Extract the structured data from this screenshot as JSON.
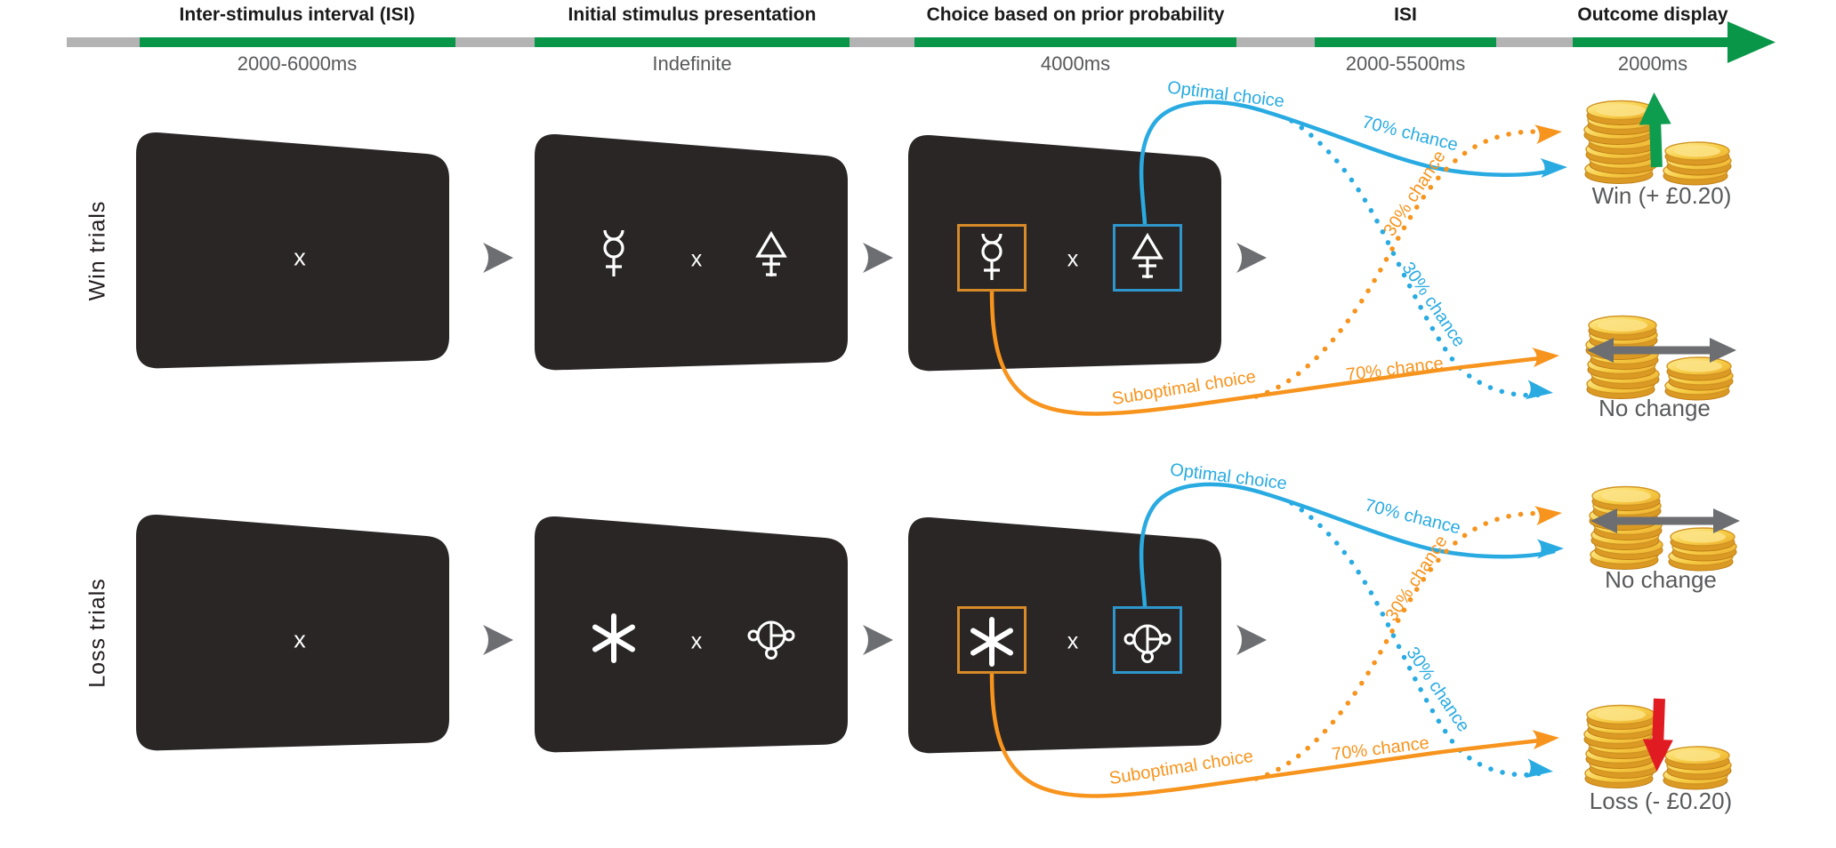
{
  "timeline": {
    "phases": [
      {
        "label": "Inter-stimulus interval (ISI)",
        "duration": "2000-6000ms"
      },
      {
        "label": "Initial stimulus presentation",
        "duration": "Indefinite"
      },
      {
        "label": "Choice based on prior probability",
        "duration": "4000ms"
      },
      {
        "label": "ISI",
        "duration": "2000-5500ms"
      },
      {
        "label": "Outcome display",
        "duration": "2000ms"
      }
    ]
  },
  "rows": {
    "win": {
      "label": "Win trials",
      "fixation": "x",
      "separator": "x",
      "optimal": "Optimal choice",
      "suboptimal": "Suboptimal choice",
      "p70": "70% chance",
      "p30": "30% chance",
      "outcome_good": "Win (+ £0.20)",
      "outcome_neutral": "No change"
    },
    "loss": {
      "label": "Loss trials",
      "fixation": "x",
      "separator": "x",
      "optimal": "Optimal choice",
      "suboptimal": "Suboptimal choice",
      "p70": "70% chance",
      "p30": "30% chance",
      "outcome_neutral": "No change",
      "outcome_bad": "Loss (- £0.20)"
    }
  },
  "symbols": {
    "win_stimuli": [
      "mercury-symbol",
      "sulfur-symbol"
    ],
    "loss_stimuli": [
      "asterisk-symbol",
      "sigil-symbol"
    ]
  },
  "colors": {
    "optimal_blue": "#29ABE2",
    "suboptimal_orange": "#F7941D",
    "timeline_green": "#0A9648",
    "timeline_gray": "#B3B3B3",
    "screen_dark": "#2A2626",
    "win_arrow_green": "#0E9C4F",
    "loss_arrow_red": "#E11B22",
    "neutral_arrow_gray": "#6D6E71"
  }
}
